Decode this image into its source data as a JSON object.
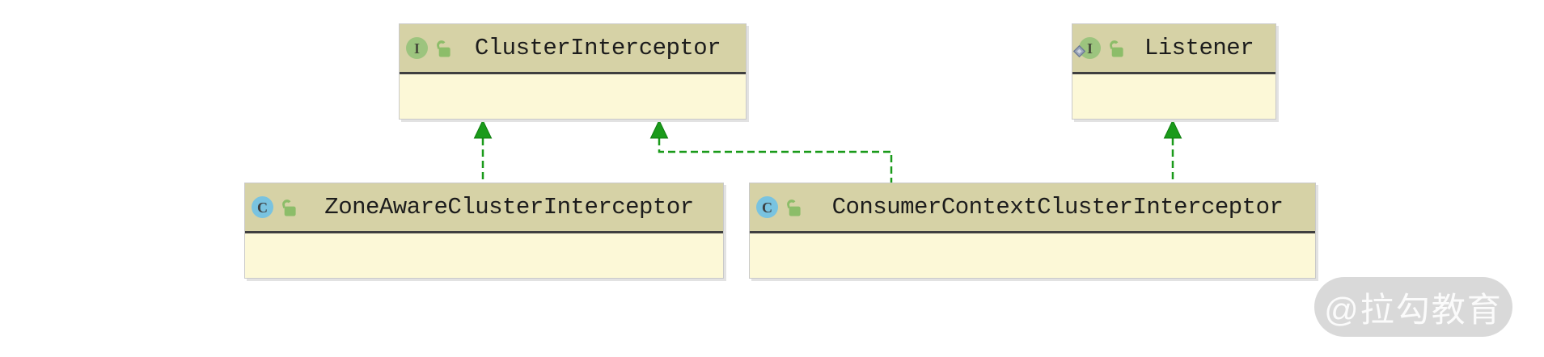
{
  "diagram": {
    "type": "uml-class-diagram",
    "nodes": {
      "cluster_interceptor": {
        "label": "ClusterInterceptor",
        "kind": "interface",
        "badge_letter": "I",
        "lock": "unlocked"
      },
      "listener": {
        "label": "Listener",
        "kind": "interface",
        "badge_letter": "I",
        "lock": "unlocked",
        "library_diamond": true
      },
      "zone_aware": {
        "label": "ZoneAwareClusterInterceptor",
        "kind": "class",
        "badge_letter": "C",
        "lock": "unlocked"
      },
      "consumer_context": {
        "label": "ConsumerContextClusterInterceptor",
        "kind": "class",
        "badge_letter": "C",
        "lock": "unlocked"
      }
    },
    "edges": [
      {
        "from": "ZoneAwareClusterInterceptor",
        "to": "ClusterInterceptor",
        "type": "implements",
        "style": "green-dashed-arrow"
      },
      {
        "from": "ConsumerContextClusterInterceptor",
        "to": "ClusterInterceptor",
        "type": "implements",
        "style": "green-dashed-arrow",
        "routing": "orthogonal-bend"
      },
      {
        "from": "ConsumerContextClusterInterceptor",
        "to": "Listener",
        "type": "implements",
        "style": "green-dashed-arrow"
      }
    ]
  },
  "watermark": {
    "text": "@拉勾教育"
  },
  "colors": {
    "node_header_bg": "#d6d2a6",
    "node_body_bg": "#fcf8d7",
    "header_divider": "#3f3f3f",
    "edge_green": "#1a9a1a",
    "interface_icon_green": "#9cc47e",
    "class_icon_blue": "#79c3e0",
    "lock_green": "#8cbd69",
    "diamond_gray_blue": "#9aa6ba",
    "watermark_bg": "#d9d9d9"
  }
}
